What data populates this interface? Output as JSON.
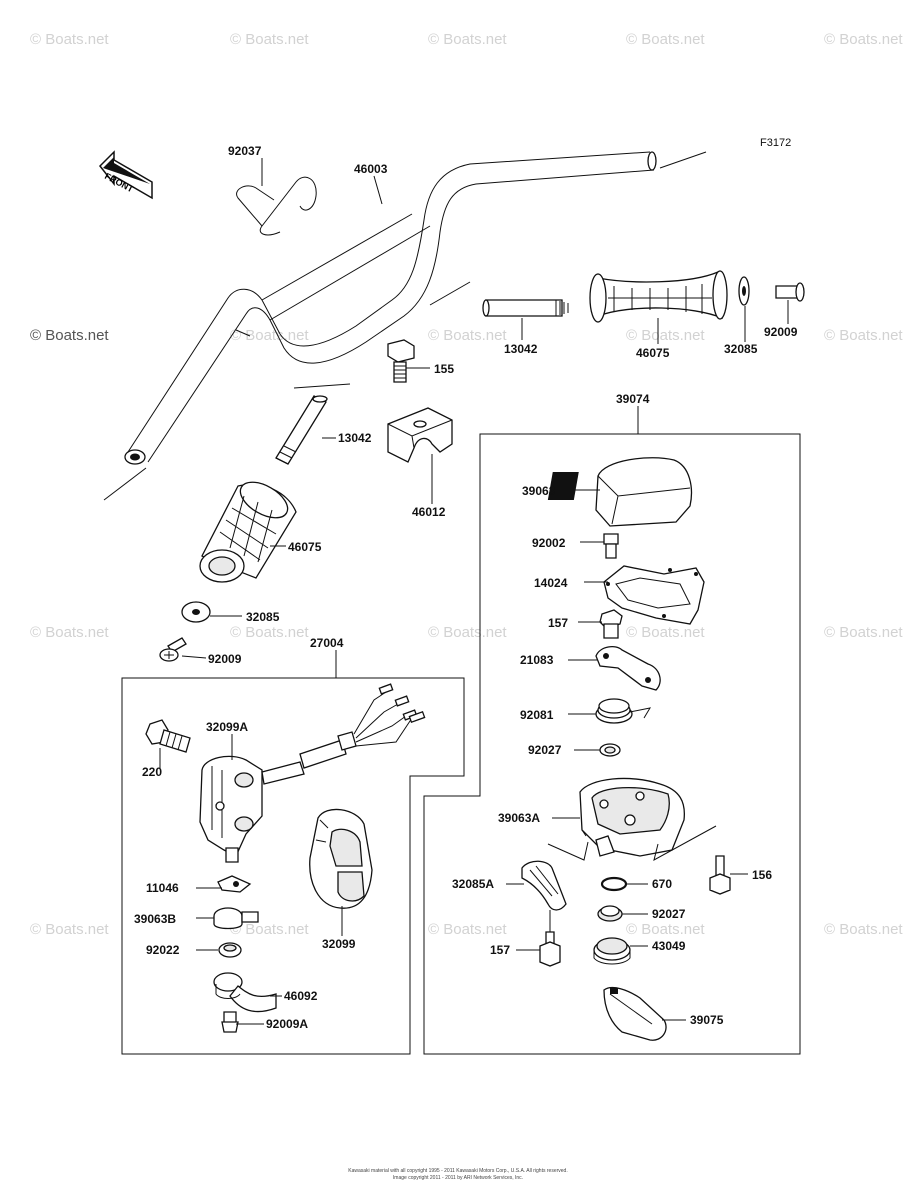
{
  "diagram": {
    "figure_code": "F3172",
    "front_marker": "FRONT",
    "watermark_text": "© Boats.net",
    "footer_line1": "Kawasaki material with all copyright 1995 - 2011 Kawasaki Motors Corp., U.S.A. All rights reserved.",
    "footer_line2": "Image copyright 2011 - 2011 by ARI Network Services, Inc.",
    "part_labels": {
      "p92037": "92037",
      "p46003": "46003",
      "p13042a": "13042",
      "p46075a": "46075",
      "p32085a": "32085",
      "p92009a": "92009",
      "p155": "155",
      "p13042b": "13042",
      "p46012": "46012",
      "p46075b": "46075",
      "p32085b": "32085",
      "p92009b": "92009",
      "p27004": "27004",
      "p32099A": "32099A",
      "p220": "220",
      "p32099": "32099",
      "p11046": "11046",
      "p39063B": "39063B",
      "p92022": "92022",
      "p46092": "46092",
      "p92009A": "92009A",
      "p39074": "39074",
      "p39063": "39063",
      "p92002": "92002",
      "p14024": "14024",
      "p157a": "157",
      "p21083": "21083",
      "p92081": "92081",
      "p92027a": "92027",
      "p39063A": "39063A",
      "p156": "156",
      "p32085A": "32085A",
      "p670": "670",
      "p92027b": "92027",
      "p157b": "157",
      "p43049": "43049",
      "p39075": "39075"
    }
  }
}
